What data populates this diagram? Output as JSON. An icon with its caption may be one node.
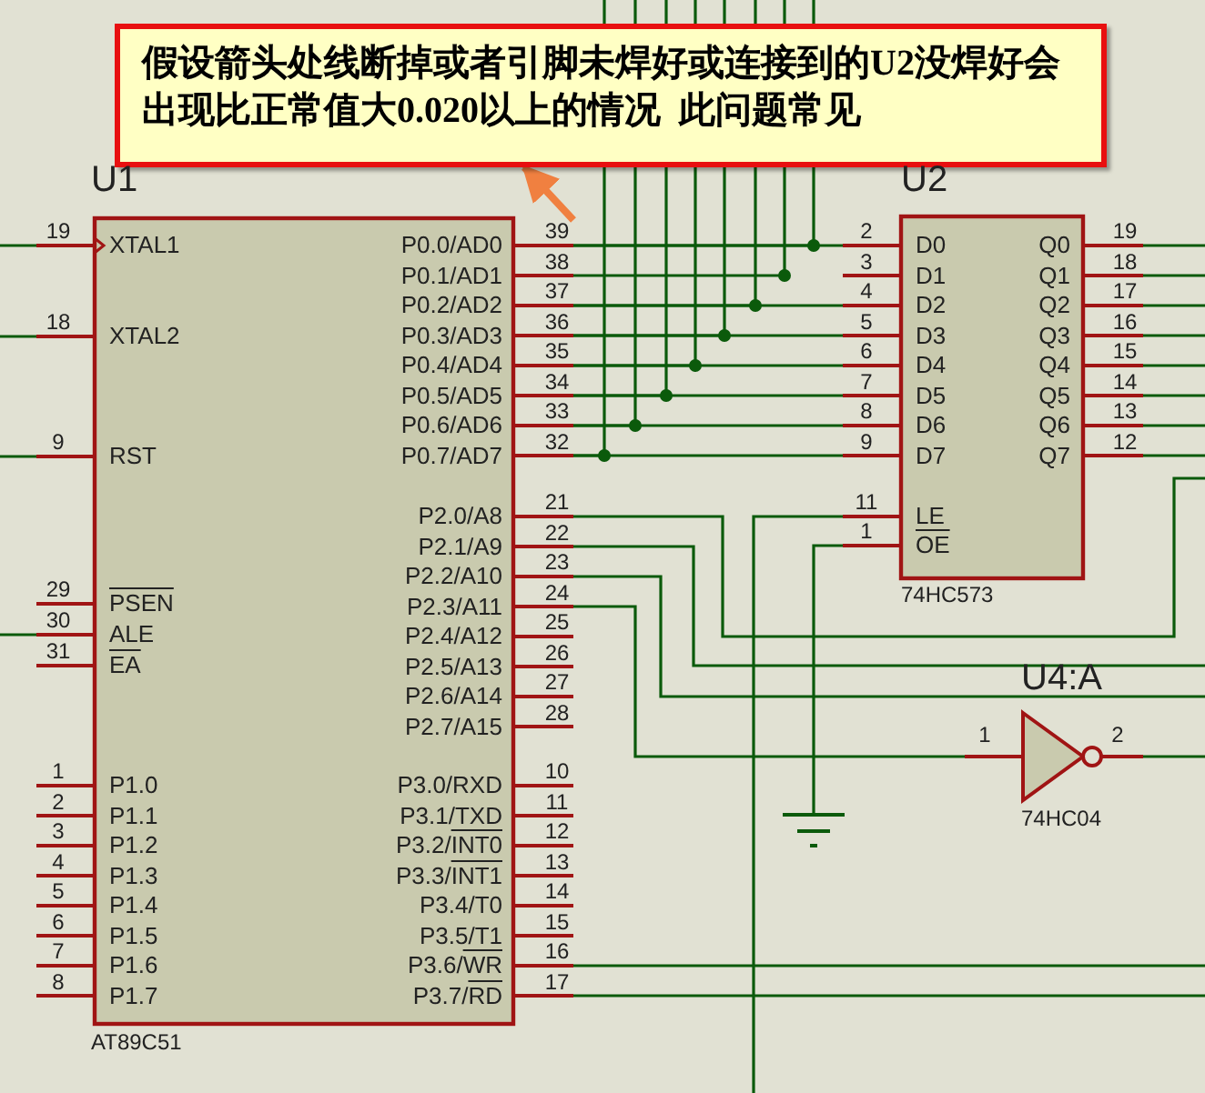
{
  "diagram": {
    "nodes": [
      {
        "text": [
          "假设箭头处线断掉或者引脚未焊好或连接到的U2没焊好会出现比正常值大0.020以上的情况  此问题常见"
        ]
      },
      {
        "text": [
          "U1",
          "XTAL1",
          "XTAL2",
          "RST",
          "PSEN",
          "ALE",
          "EA",
          "P1.0",
          "P1.1",
          "P1.2",
          "P1.3",
          "P1.4",
          "P1.5",
          "P1.6",
          "P1.7",
          "P0.0/AD0",
          "P0.1/AD1",
          "P0.2/AD2",
          "P0.3/AD3",
          "P0.4/AD4",
          "P0.5/AD5",
          "P0.6/AD6",
          "P0.7/AD7",
          "P2.0/A8",
          "P2.1/A9",
          "P2.2/A10",
          "P2.3/A11",
          "P2.4/A12",
          "P2.5/A13",
          "P2.6/A14",
          "P2.7/A15",
          "P3.0/RXD",
          "P3.1/TXD",
          "P3.2/INT0",
          "P3.3/INT1",
          "P3.4/T0",
          "P3.5/T1",
          "P3.6/WR",
          "P3.7/RD",
          "AT89C51"
        ],
        "beside": [
          "19",
          "18",
          "9",
          "29",
          "30",
          "31",
          "1",
          "2",
          "3",
          "4",
          "5",
          "6",
          "7",
          "8",
          "39",
          "38",
          "37",
          "36",
          "35",
          "34",
          "33",
          "32",
          "21",
          "22",
          "23",
          "24",
          "25",
          "26",
          "27",
          "28",
          "10",
          "11",
          "12",
          "13",
          "14",
          "15",
          "16",
          "17"
        ]
      },
      {
        "text": [
          "U2",
          "D0",
          "D1",
          "D2",
          "D3",
          "D4",
          "D5",
          "D6",
          "D7",
          "LE",
          "OE",
          "Q0",
          "Q1",
          "Q2",
          "Q3",
          "Q4",
          "Q5",
          "Q6",
          "Q7",
          "74HC573"
        ],
        "beside": [
          "2",
          "3",
          "4",
          "5",
          "6",
          "7",
          "8",
          "9",
          "11",
          "1",
          "19",
          "18",
          "17",
          "16",
          "15",
          "14",
          "13",
          "12"
        ]
      },
      {
        "text": [
          "U4:A",
          "1",
          "2",
          "74HC04"
        ]
      },
      {
        "text": [],
        "shape": "ground"
      }
    ],
    "edges": [
      {
        "from": 1,
        "to": 0,
        "arrow": "to",
        "style": "thick",
        "color": "#f08040"
      },
      {
        "from": 1,
        "to": 2,
        "arrow": "none"
      },
      {
        "from": 1,
        "to": 2,
        "arrow": "none"
      },
      {
        "from": 1,
        "to": 2,
        "arrow": "none"
      },
      {
        "from": 1,
        "to": 2,
        "arrow": "none"
      },
      {
        "from": 1,
        "to": 2,
        "arrow": "none"
      },
      {
        "from": 1,
        "to": 2,
        "arrow": "none"
      },
      {
        "from": 1,
        "to": 2,
        "arrow": "none"
      },
      {
        "from": 1,
        "to": null,
        "arrow": "none"
      },
      {
        "from": 1,
        "to": null,
        "arrow": "none"
      },
      {
        "from": 1,
        "to": null,
        "arrow": "none"
      },
      {
        "from": 1,
        "to": null,
        "arrow": "none"
      },
      {
        "from": 1,
        "to": null,
        "arrow": "none"
      },
      {
        "from": 1,
        "to": null,
        "arrow": "none"
      },
      {
        "from": 1,
        "to": null,
        "arrow": "none"
      },
      {
        "from": 1,
        "to": null,
        "arrow": "none"
      },
      {
        "from": 1,
        "to": null,
        "arrow": "none"
      },
      {
        "from": 1,
        "to": null,
        "arrow": "none"
      },
      {
        "from": 1,
        "to": null,
        "arrow": "none"
      },
      {
        "from": 1,
        "to": 3,
        "arrow": "none"
      },
      {
        "from": 3,
        "to": null,
        "arrow": "none"
      },
      {
        "from": 2,
        "to": null,
        "arrow": "none"
      },
      {
        "from": 2,
        "to": 4,
        "arrow": "none"
      },
      {
        "from": 2,
        "to": null,
        "arrow": "none"
      },
      {
        "from": 2,
        "to": null,
        "arrow": "none"
      },
      {
        "from": 2,
        "to": null,
        "arrow": "none"
      },
      {
        "from": 2,
        "to": null,
        "arrow": "none"
      },
      {
        "from": 2,
        "to": null,
        "arrow": "none"
      },
      {
        "from": 2,
        "to": null,
        "arrow": "none"
      },
      {
        "from": 2,
        "to": null,
        "arrow": "none"
      },
      {
        "from": 2,
        "to": null,
        "arrow": "none"
      },
      {
        "from": 1,
        "to": null,
        "arrow": "none"
      },
      {
        "from": 1,
        "to": null,
        "arrow": "none"
      },
      {
        "from": null,
        "to": 1,
        "arrow": "none"
      },
      {
        "from": null,
        "to": 1,
        "arrow": "none"
      },
      {
        "from": null,
        "to": 1,
        "arrow": "none"
      },
      {
        "from": null,
        "to": 1,
        "arrow": "none"
      }
    ]
  }
}
